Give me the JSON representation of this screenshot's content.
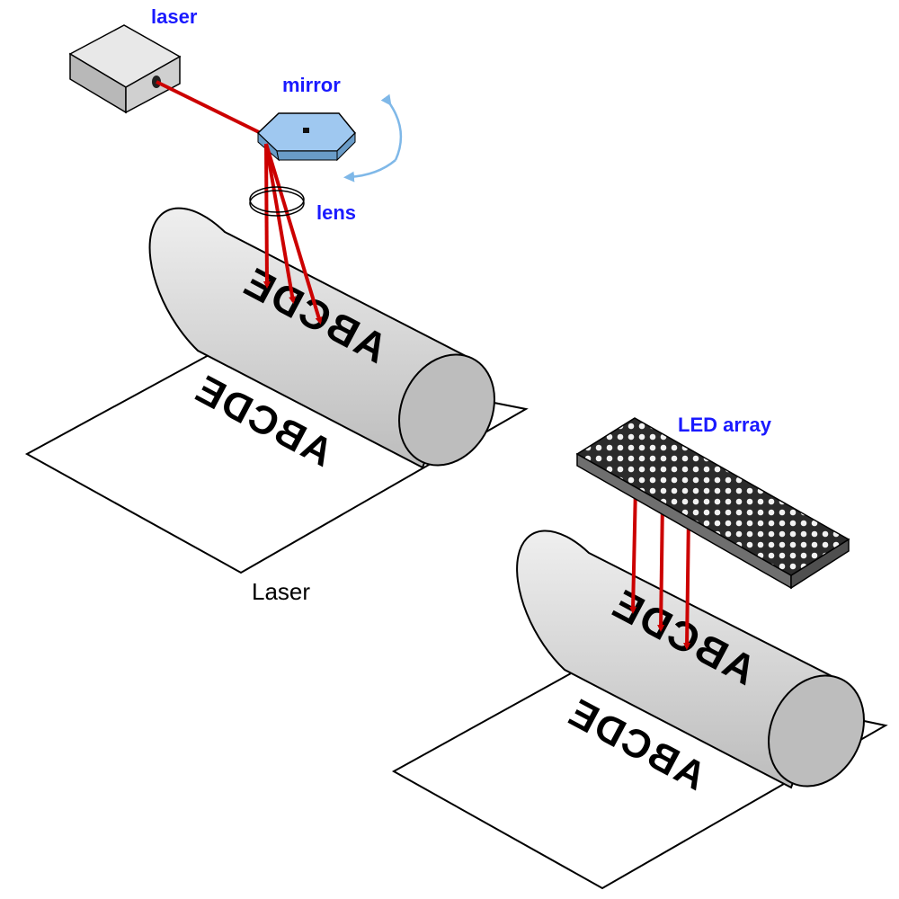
{
  "labels": {
    "laser": "laser",
    "mirror": "mirror",
    "lens": "lens",
    "led_array": "LED array",
    "caption_laser": "Laser"
  },
  "imprint_text": "ABCDE",
  "colors": {
    "label": "#1a1aff",
    "beam": "#cc0000",
    "mirror": "#9fc8f0",
    "rotation_arrow": "#7fb8e8",
    "drum": "#d4d4d4",
    "drum_end": "#bdbdbd",
    "laser_box": "#d0d0d0",
    "led_bar": "#3a3a3a"
  },
  "icons": [
    "laser-source-icon",
    "hexagonal-mirror-icon",
    "lens-icon",
    "led-array-icon",
    "drum-icon",
    "paper-sheet-icon"
  ]
}
